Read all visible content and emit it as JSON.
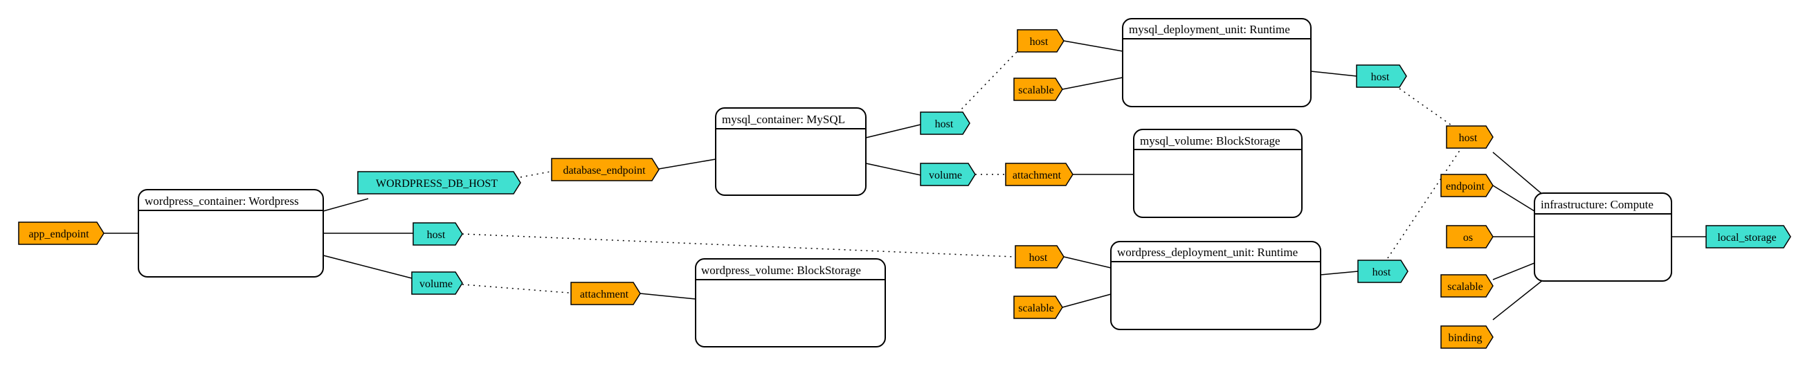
{
  "colors": {
    "requirement": "#ffa500",
    "capability": "#40e0d0"
  },
  "nodes": {
    "wordpress_container": "wordpress_container: Wordpress",
    "mysql_container": "mysql_container: MySQL",
    "wordpress_volume": "wordpress_volume: BlockStorage",
    "mysql_volume": "mysql_volume: BlockStorage",
    "mysql_deployment_unit": "mysql_deployment_unit: Runtime",
    "wordpress_deployment_unit": "wordpress_deployment_unit: Runtime",
    "infrastructure": "infrastructure: Compute"
  },
  "tags": {
    "app_endpoint": "app_endpoint",
    "wordpress_db_host": "WORDPRESS_DB_HOST",
    "wp_host": "host",
    "wp_volume": "volume",
    "database_endpoint": "database_endpoint",
    "wpvol_attachment": "attachment",
    "mysql_host": "host",
    "mysql_volume_cap": "volume",
    "mysqlvol_attachment": "attachment",
    "mdu_host_req": "host",
    "mdu_scalable": "scalable",
    "mdu_host_cap": "host",
    "wdu_host_req": "host",
    "wdu_scalable": "scalable",
    "wdu_host_cap": "host",
    "infra_host": "host",
    "infra_endpoint": "endpoint",
    "infra_os": "os",
    "infra_scalable": "scalable",
    "infra_binding": "binding",
    "infra_local_storage": "local_storage"
  }
}
